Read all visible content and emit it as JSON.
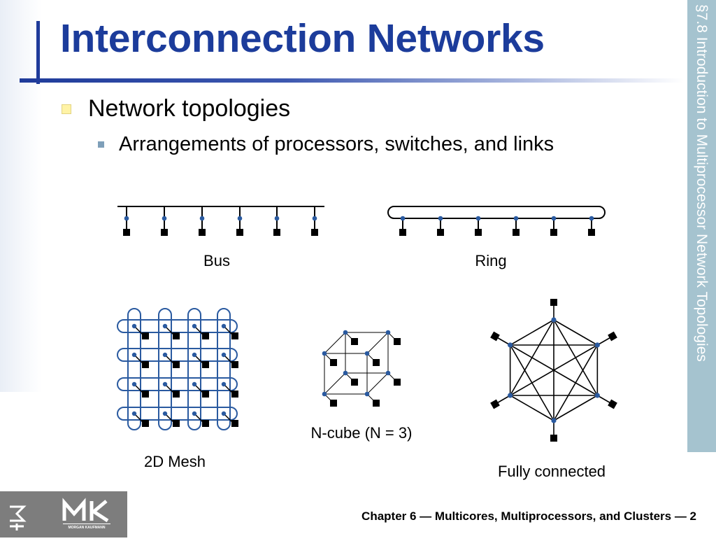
{
  "slide": {
    "title": "Interconnection Networks",
    "section_label": "§7.8 Introduction to Multiprocessor Network Topologies",
    "bullets": [
      {
        "text": "Network topologies",
        "level": 1
      },
      {
        "text": "Arrangements of processors, switches, and links",
        "level": 2
      }
    ],
    "diagram_labels": {
      "bus": "Bus",
      "ring": "Ring",
      "mesh": "2D Mesh",
      "ncube": "N-cube (N = 3)",
      "full": "Fully connected"
    },
    "footer": "Chapter 6 — Multicores, Multiprocessors, and Clusters — 2",
    "logo": {
      "text": "MK",
      "subtext": "MORGAN KAUFMANN"
    },
    "colors": {
      "title": "#1c3c9b",
      "accent": "#1f3b9a",
      "side_band": "#a5c3cf",
      "node": "#2a5aa0",
      "mesh_link": "#2a5aa0"
    }
  }
}
